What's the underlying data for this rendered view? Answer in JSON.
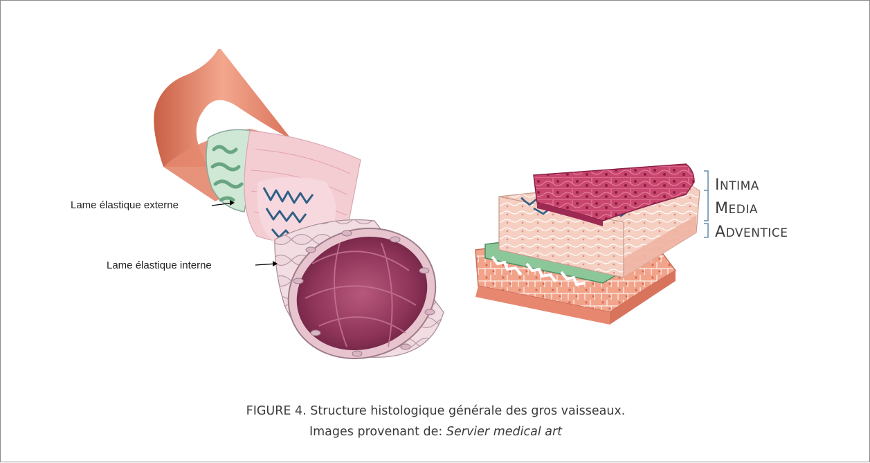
{
  "diagram": {
    "labels": {
      "external_elastic_lamina": "Lame élastique externe",
      "internal_elastic_lamina": "Lame élastique interne"
    },
    "layers": [
      {
        "first": "I",
        "rest": "NTIMA"
      },
      {
        "first": "M",
        "rest": "EDIA"
      },
      {
        "first": "A",
        "rest": "DVENTICE"
      }
    ]
  },
  "caption": {
    "line1": "FIGURE 4. Structure histologique générale des gros vaisseaux.",
    "line2_prefix": "Images provenant de: ",
    "line2_source": "Servier medical art"
  },
  "colors": {
    "tail": "#e48a70",
    "adventitia": "#f6b7a4",
    "elastic_green": "#8cc79a",
    "media": "#f2c9bd",
    "elastic_blue": "#2f5f86",
    "intima_lumen": "#9c3d63",
    "intima_top": "#c84b73"
  }
}
